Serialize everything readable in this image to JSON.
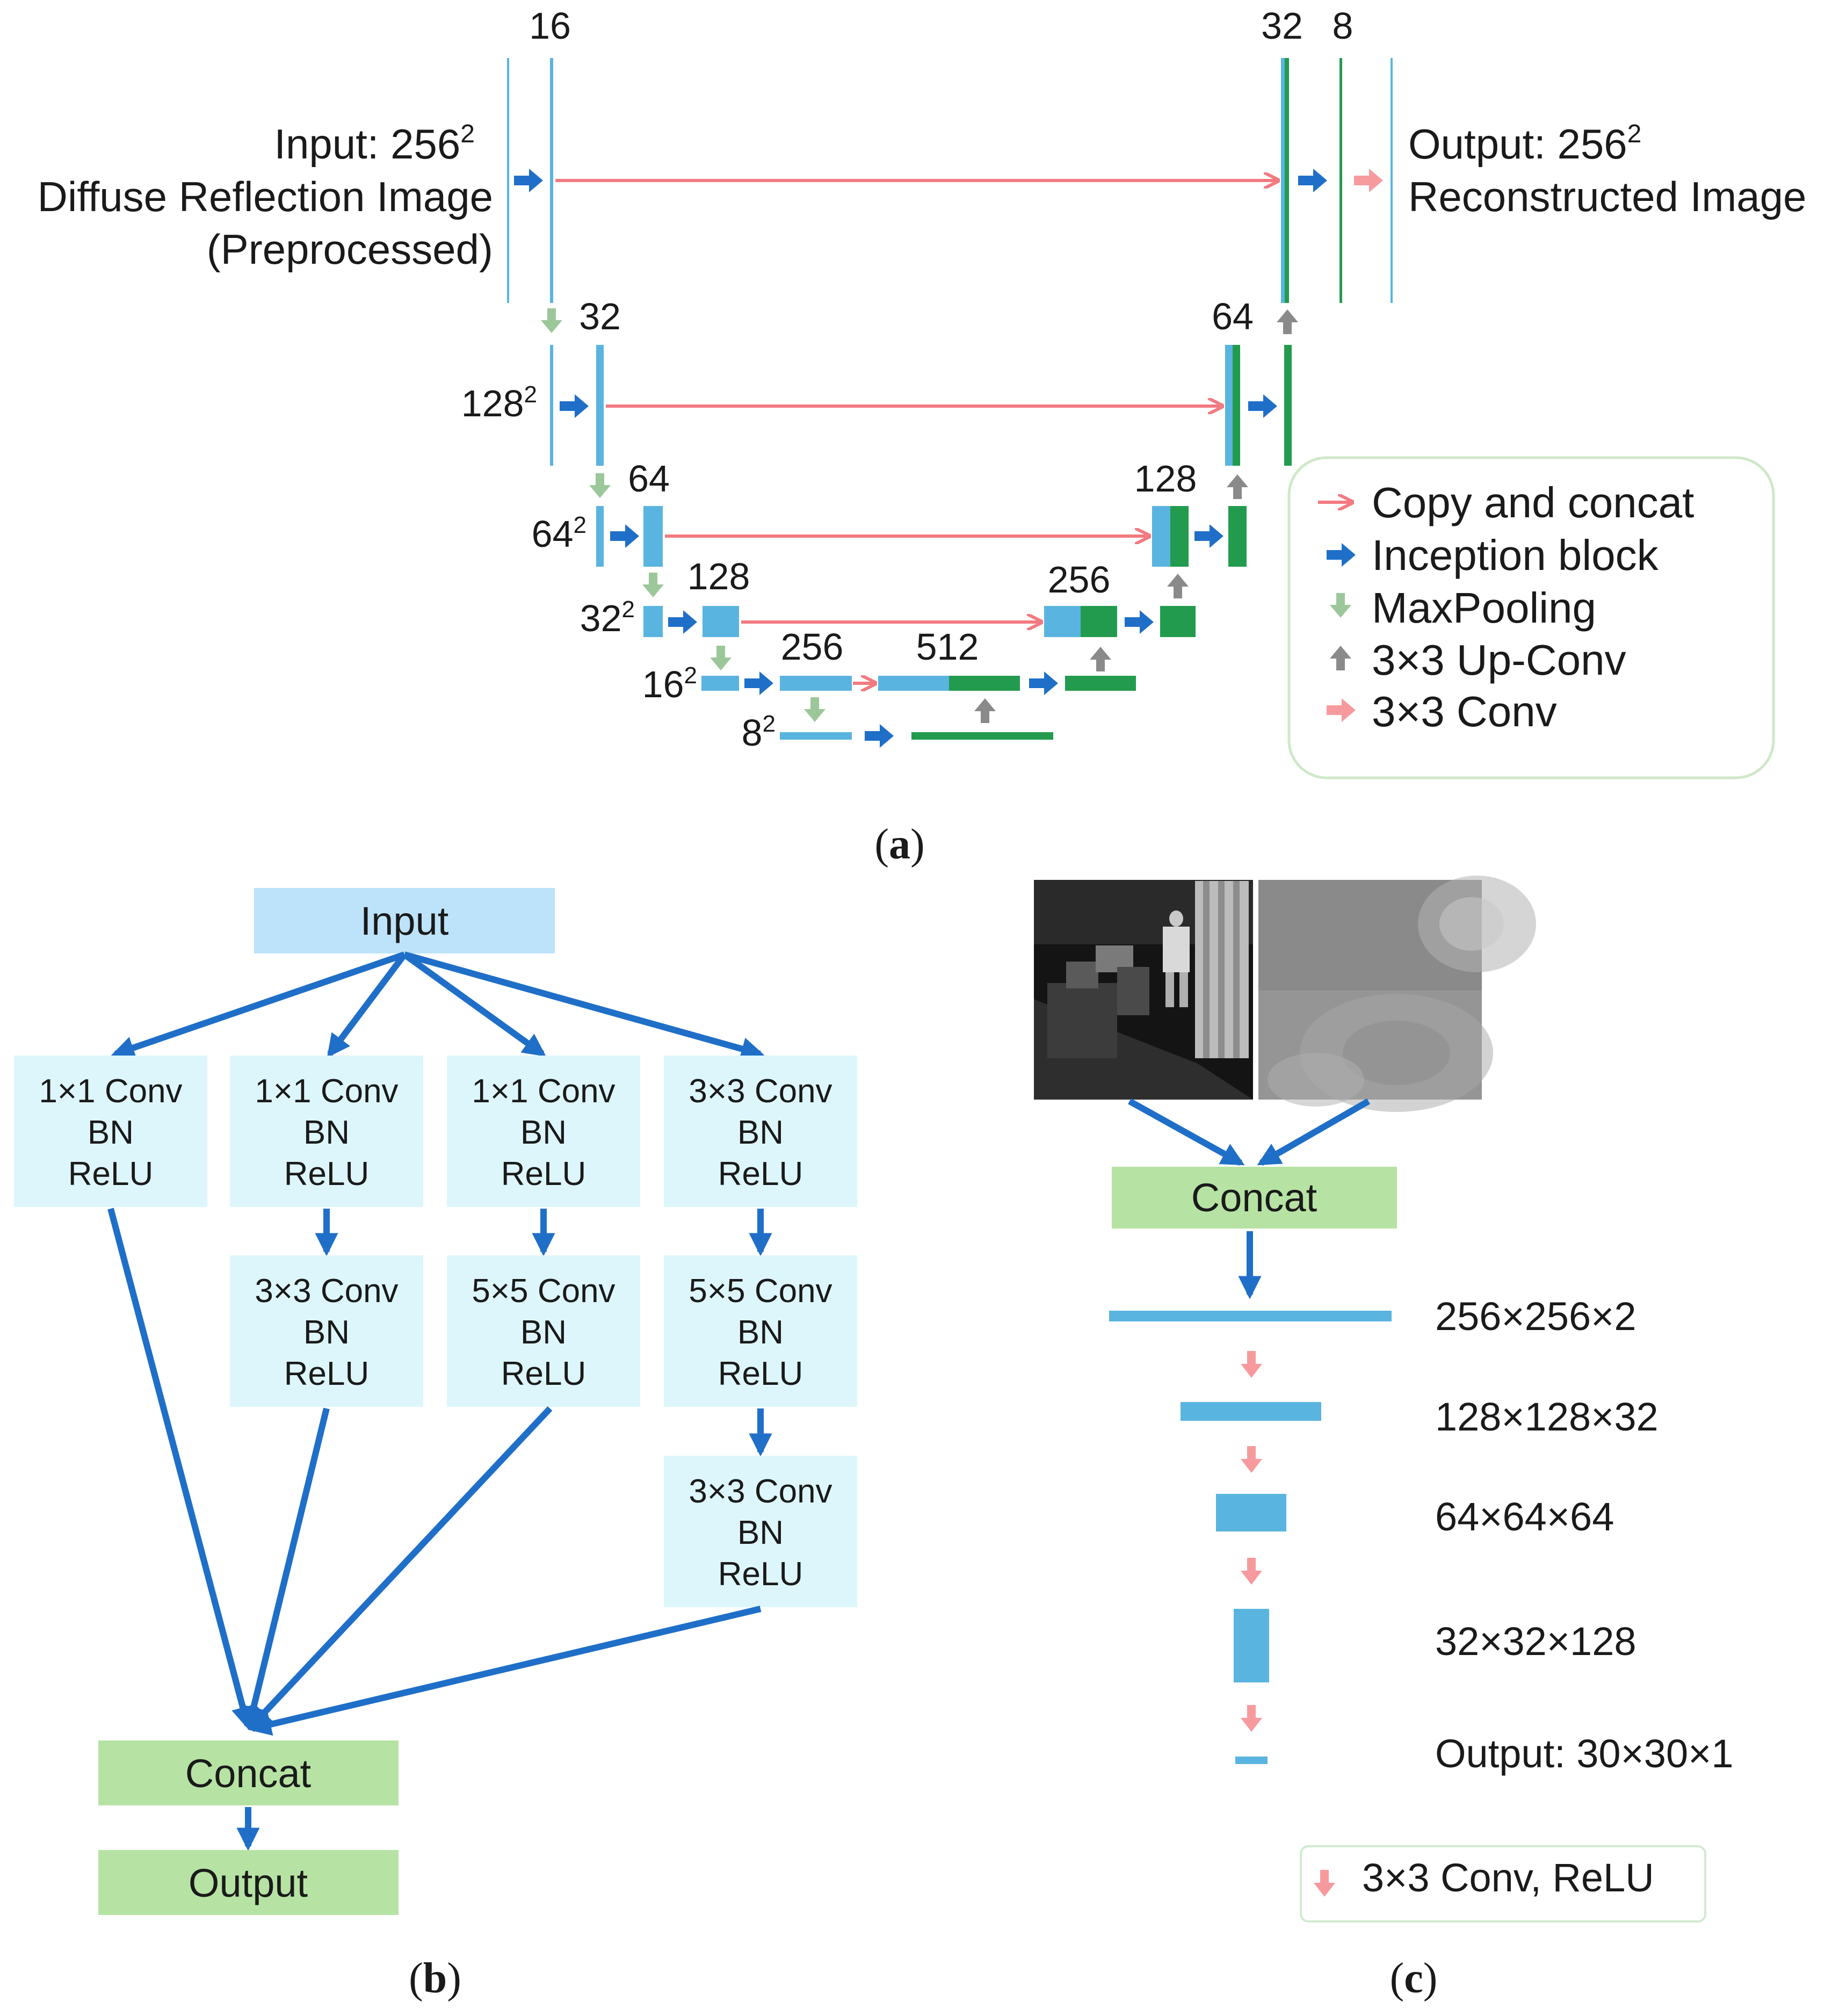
{
  "colors": {
    "blue_feature": "#5ab4e0",
    "green_feature": "#239b4e",
    "pink": "#f27a80",
    "arrow_blue": "#1f6fc8",
    "maxpool_green": "#9cc79a",
    "upconv_gray": "#8a8a8a",
    "box_blue": "#ddf6fb",
    "box_input": "#bde3fa",
    "box_green": "#b6e3a3"
  },
  "panel_a": {
    "input_label": {
      "line1": "Input: 256",
      "sup": "2",
      "line2": "Diffuse Reflection Image",
      "line3": "(Preprocessed)"
    },
    "output_label": {
      "line1": "Output: 256",
      "sup": "2",
      "line2": "Reconstructed Image"
    },
    "channel_labels": {
      "enc_16": "16",
      "enc_32": "32",
      "enc_64": "64",
      "enc_128": "128",
      "enc_256": "256",
      "bottom_512": "512",
      "dec_32": "32",
      "dec_8": "8",
      "dec_64": "64",
      "dec_128": "128",
      "dec_256": "256"
    },
    "size_labels": [
      {
        "base": "128",
        "sup": "2"
      },
      {
        "base": "64",
        "sup": "2"
      },
      {
        "base": "32",
        "sup": "2"
      },
      {
        "base": "16",
        "sup": "2"
      },
      {
        "base": "8",
        "sup": "2"
      }
    ],
    "legend": [
      {
        "label": "Copy and concat",
        "icon": "pink-line-arrow"
      },
      {
        "label": "Inception block",
        "icon": "blue-block-arrow"
      },
      {
        "label": "MaxPooling",
        "icon": "green-down-arrow"
      },
      {
        "label": "3×3 Up-Conv",
        "icon": "gray-up-arrow"
      },
      {
        "label": "3×3 Conv",
        "icon": "pink-block-arrow"
      }
    ],
    "caption": {
      "open": "(",
      "letter": "a",
      "close": ")"
    }
  },
  "panel_b": {
    "input": "Input",
    "branch1": {
      "box1": [
        "1×1 Conv",
        "BN",
        "ReLU"
      ]
    },
    "branch2": {
      "box1": [
        "1×1 Conv",
        "BN",
        "ReLU"
      ],
      "box2": [
        "3×3 Conv",
        "BN",
        "ReLU"
      ]
    },
    "branch3": {
      "box1": [
        "1×1 Conv",
        "BN",
        "ReLU"
      ],
      "box2": [
        "5×5 Conv",
        "BN",
        "ReLU"
      ]
    },
    "branch4": {
      "box1": [
        "3×3 Conv",
        "BN",
        "ReLU"
      ],
      "box2": [
        "5×5 Conv",
        "BN",
        "ReLU"
      ],
      "box3": [
        "3×3 Conv",
        "BN",
        "ReLU"
      ]
    },
    "concat": "Concat",
    "output": "Output",
    "caption": {
      "open": "(",
      "letter": "b",
      "close": ")"
    }
  },
  "panel_c": {
    "concat": "Concat",
    "layers": [
      "256×256×2",
      "128×128×32",
      "64×64×64",
      "32×32×128",
      "Output: 30×30×1"
    ],
    "legend": "3×3 Conv, ReLU",
    "caption": {
      "open": "(",
      "letter": "c",
      "close": ")"
    }
  }
}
